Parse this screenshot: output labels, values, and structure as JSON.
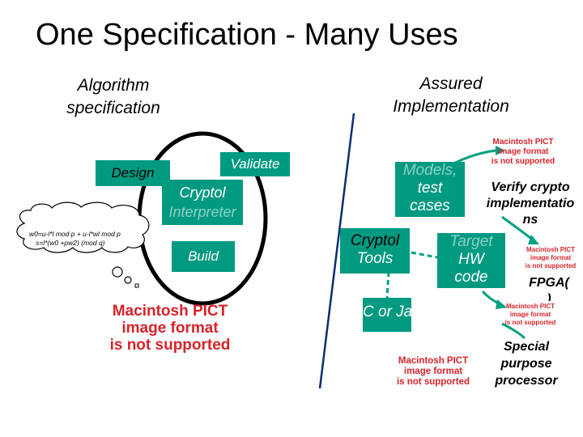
{
  "title": "One Specification - Many Uses",
  "left_heading": [
    "Algorithm",
    "specification"
  ],
  "right_heading": [
    "Assured",
    "Implementation"
  ],
  "cycle": {
    "design": "Design",
    "validate": "Validate",
    "interpreter": [
      "Cryptol",
      "Interpreter"
    ],
    "build": "Build"
  },
  "thought_bubble": [
    "w0=u-l*l mod p + u-l*wl mod p",
    "s=l*(w0 +pw2) (mod q)"
  ],
  "right_nodes": {
    "models": [
      "Models,",
      "test",
      "cases"
    ],
    "tools": [
      "Cryptol",
      "Tools"
    ],
    "target": [
      "Target",
      "HW",
      "code"
    ],
    "c_java": "C or Java",
    "verify": [
      "Verify crypto",
      "implementatio",
      "ns"
    ],
    "fpga": [
      "FPGA(",
      ")"
    ],
    "special": [
      "Special",
      "purpose",
      "processor"
    ]
  },
  "pict_placeholder": [
    "Macintosh PICT",
    "image format",
    "is not supported"
  ],
  "colors": {
    "box": "#009a80",
    "pict_text": "#d8232a",
    "arrow": "#00a080",
    "divider": "#0a2e6e"
  }
}
